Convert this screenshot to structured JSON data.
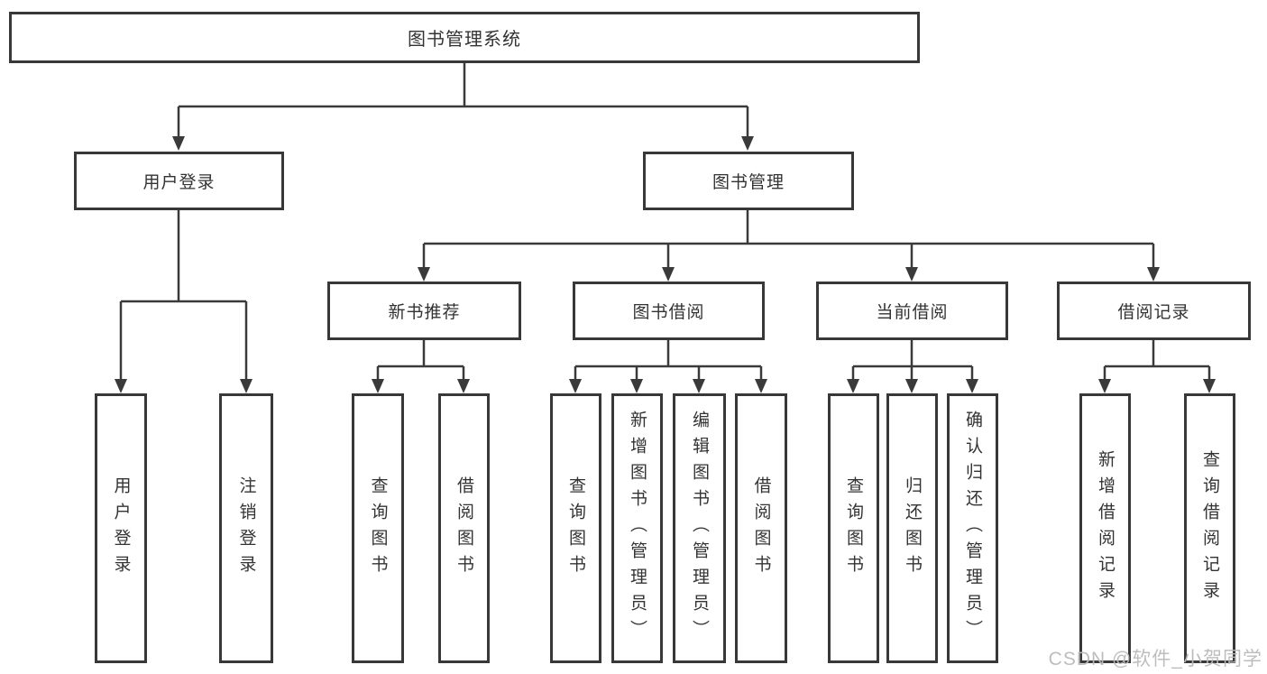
{
  "diagram": {
    "root": {
      "label": "图书管理系统"
    },
    "branches": [
      {
        "label": "用户登录",
        "children": [
          {
            "label": "用户登录"
          },
          {
            "label": "注销登录"
          }
        ]
      },
      {
        "label": "图书管理",
        "children": [
          {
            "label": "新书推荐",
            "children": [
              {
                "label": "查询图书"
              },
              {
                "label": "借阅图书"
              }
            ]
          },
          {
            "label": "图书借阅",
            "children": [
              {
                "label": "查询图书"
              },
              {
                "label": "新增图书（管理员）"
              },
              {
                "label": "编辑图书（管理员）"
              },
              {
                "label": "借阅图书"
              }
            ]
          },
          {
            "label": "当前借阅",
            "children": [
              {
                "label": "查询图书"
              },
              {
                "label": "归还图书"
              },
              {
                "label": "确认归还（管理员）"
              }
            ]
          },
          {
            "label": "借阅记录",
            "children": [
              {
                "label": "新增借阅记录"
              },
              {
                "label": "查询借阅记录"
              }
            ]
          }
        ]
      }
    ]
  },
  "watermark": {
    "text": "CSDN @软件_小贺同学"
  }
}
